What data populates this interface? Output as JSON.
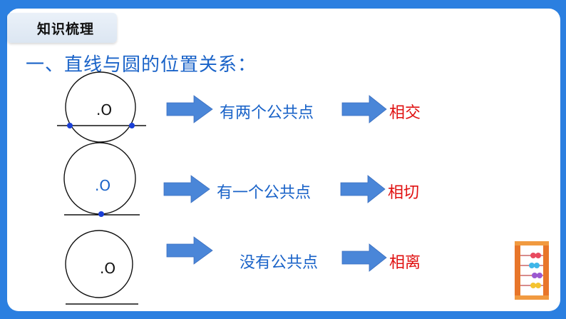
{
  "section_tag": "知识梳理",
  "heading": "一、直线与圆的位置关系：",
  "rows": [
    {
      "point_label": ".O",
      "condition": "有两个公共点",
      "result": "相交"
    },
    {
      "point_label": ".O",
      "condition": "有一个公共点",
      "result": "相切"
    },
    {
      "point_label": ".O",
      "condition": "没有公共点",
      "result": "相离"
    }
  ],
  "colors": {
    "background": "#2b7fe0",
    "accent_text": "#1a63c8",
    "result_text": "#e01010",
    "arrow": "#4a86d8"
  }
}
